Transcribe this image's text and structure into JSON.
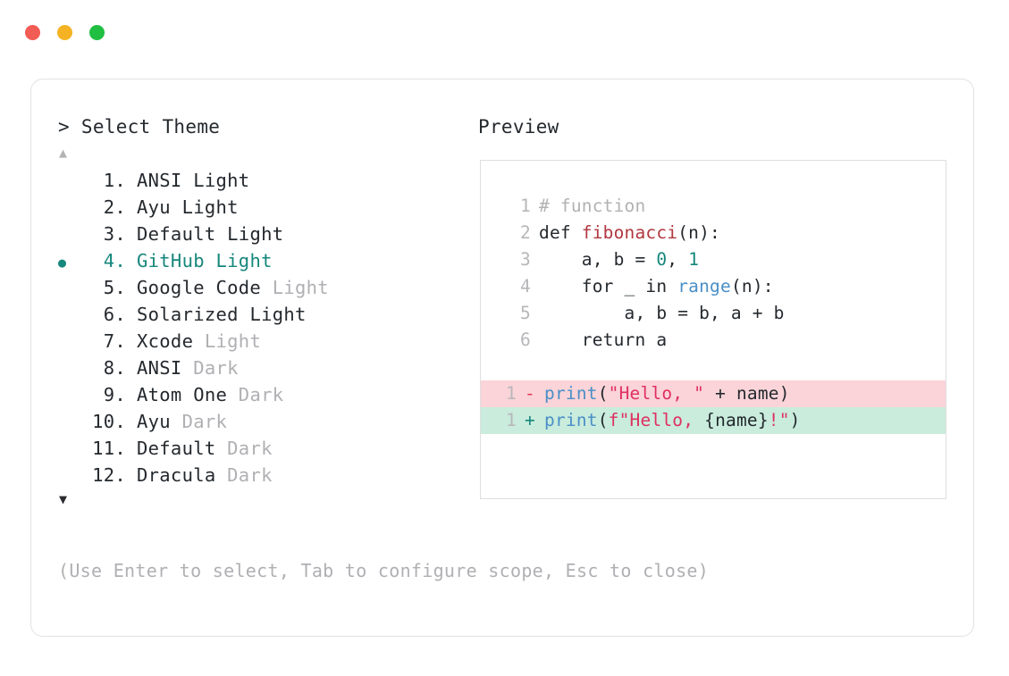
{
  "window": {
    "traffic_lights": [
      {
        "name": "close",
        "color": "#f25c54"
      },
      {
        "name": "minimize",
        "color": "#f5b324"
      },
      {
        "name": "maximize",
        "color": "#20bf41"
      }
    ]
  },
  "selector": {
    "prompt": "> Select Theme",
    "scroll_up_icon": "▲",
    "scroll_down_icon": "▼",
    "selected_index": 4,
    "items": [
      {
        "index": "1.",
        "name": "ANSI",
        "variant": "Light",
        "variant_style": "bold",
        "selected": false
      },
      {
        "index": "2.",
        "name": "Ayu",
        "variant": "Light",
        "variant_style": "bold",
        "selected": false
      },
      {
        "index": "3.",
        "name": "Default",
        "variant": "Light",
        "variant_style": "bold",
        "selected": false
      },
      {
        "index": "4.",
        "name": "GitHub",
        "variant": "Light",
        "variant_style": "bold",
        "selected": true
      },
      {
        "index": "5.",
        "name": "Google Code",
        "variant": "Light",
        "variant_style": "dim",
        "selected": false
      },
      {
        "index": "6.",
        "name": "Solarized",
        "variant": "Light",
        "variant_style": "bold",
        "selected": false
      },
      {
        "index": "7.",
        "name": "Xcode",
        "variant": "Light",
        "variant_style": "dim",
        "selected": false
      },
      {
        "index": "8.",
        "name": "ANSI",
        "variant": "Dark",
        "variant_style": "dim",
        "selected": false
      },
      {
        "index": "9.",
        "name": "Atom One",
        "variant": "Dark",
        "variant_style": "dim",
        "selected": false
      },
      {
        "index": "10.",
        "name": "Ayu",
        "variant": "Dark",
        "variant_style": "dim",
        "selected": false
      },
      {
        "index": "11.",
        "name": "Default",
        "variant": "Dark",
        "variant_style": "dim",
        "selected": false
      },
      {
        "index": "12.",
        "name": "Dracula",
        "variant": "Dark",
        "variant_style": "dim",
        "selected": false
      }
    ],
    "bullet_icon": "●"
  },
  "preview": {
    "heading": "Preview",
    "code_lines": [
      {
        "no": "1",
        "tokens": [
          {
            "t": "# function",
            "c": "comment"
          }
        ]
      },
      {
        "no": "2",
        "tokens": [
          {
            "t": "def ",
            "c": "kw"
          },
          {
            "t": "fibonacci",
            "c": "fn-def"
          },
          {
            "t": "(n):",
            "c": "plain"
          }
        ]
      },
      {
        "no": "3",
        "tokens": [
          {
            "t": "    a, b = ",
            "c": "plain"
          },
          {
            "t": "0",
            "c": "num"
          },
          {
            "t": ", ",
            "c": "plain"
          },
          {
            "t": "1",
            "c": "num"
          }
        ]
      },
      {
        "no": "4",
        "tokens": [
          {
            "t": "    for _ in ",
            "c": "plain"
          },
          {
            "t": "range",
            "c": "fn"
          },
          {
            "t": "(n):",
            "c": "plain"
          }
        ]
      },
      {
        "no": "5",
        "tokens": [
          {
            "t": "        a, b = b, a + b",
            "c": "plain"
          }
        ]
      },
      {
        "no": "6",
        "tokens": [
          {
            "t": "    return a",
            "c": "plain"
          }
        ]
      }
    ],
    "diff_lines": [
      {
        "no": "1",
        "kind": "del",
        "sign": "-",
        "tokens": [
          {
            "t": "print",
            "c": "fn"
          },
          {
            "t": "(",
            "c": "plain"
          },
          {
            "t": "\"Hello, \"",
            "c": "str"
          },
          {
            "t": " + name)",
            "c": "plain"
          }
        ]
      },
      {
        "no": "1",
        "kind": "add",
        "sign": "+",
        "tokens": [
          {
            "t": "print",
            "c": "fn"
          },
          {
            "t": "(",
            "c": "plain"
          },
          {
            "t": "f\"Hello, ",
            "c": "str"
          },
          {
            "t": "{name}",
            "c": "plain"
          },
          {
            "t": "!\"",
            "c": "str"
          },
          {
            "t": ")",
            "c": "plain"
          }
        ]
      }
    ]
  },
  "footer": {
    "hint": "(Use Enter to select, Tab to configure scope, Esc to close)"
  },
  "colors": {
    "accent_teal": "#16877c",
    "text": "#24292e",
    "muted": "#b0b0b4",
    "diff_del_bg": "#fad4d8",
    "diff_add_bg": "#c9ecdc",
    "string": "#e03060",
    "function": "#4a8fc7",
    "definition": "#b1373f",
    "border": "#e2e2e4"
  }
}
